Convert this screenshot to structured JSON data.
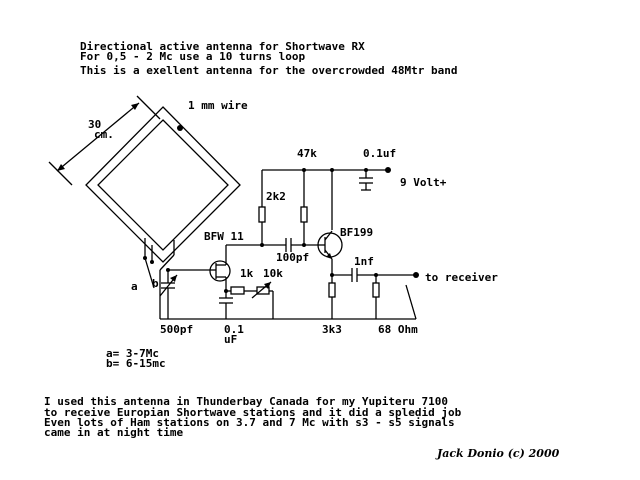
{
  "header": {
    "line1": "Directional active antenna for Shortwave RX",
    "line2": "For 0,5 - 2 Mc use a 10 turns loop",
    "line3": "This is a exellent antenna for the overcrowded 48Mtr band"
  },
  "labels": {
    "size_30": "30",
    "size_cm": "cm.",
    "wire": "1 mm wire",
    "r47k": "47k",
    "c01uf": "0.1uf",
    "supply": "9 Volt+",
    "r2k2": "2k2",
    "bf199": "BF199",
    "bfw11": "BFW 11",
    "c100pf": "100pf",
    "c1nf": "1nf",
    "to_receiver": "to receiver",
    "tap_a": "a",
    "tap_b": "b",
    "r1k": "1k",
    "r10k": "10k",
    "c500pf": "500pf",
    "c01": "0.1",
    "c01_unit": "uF",
    "r3k3": "3k3",
    "r68": "68 Ohm"
  },
  "bands": {
    "a": "a= 3-7Mc",
    "b": "b= 6-15mc"
  },
  "notes": {
    "line1": "I used this antenna in Thunderbay Canada for my Yupiteru 7100",
    "line2": "to receive Europian Shortwave stations and it did a spledid job",
    "line3": "Even lots of Ham stations on 3.7 and 7 Mc with s3 - s5 signals",
    "line4": "came in at night time"
  },
  "signature": "Jack Donio (c) 2000"
}
